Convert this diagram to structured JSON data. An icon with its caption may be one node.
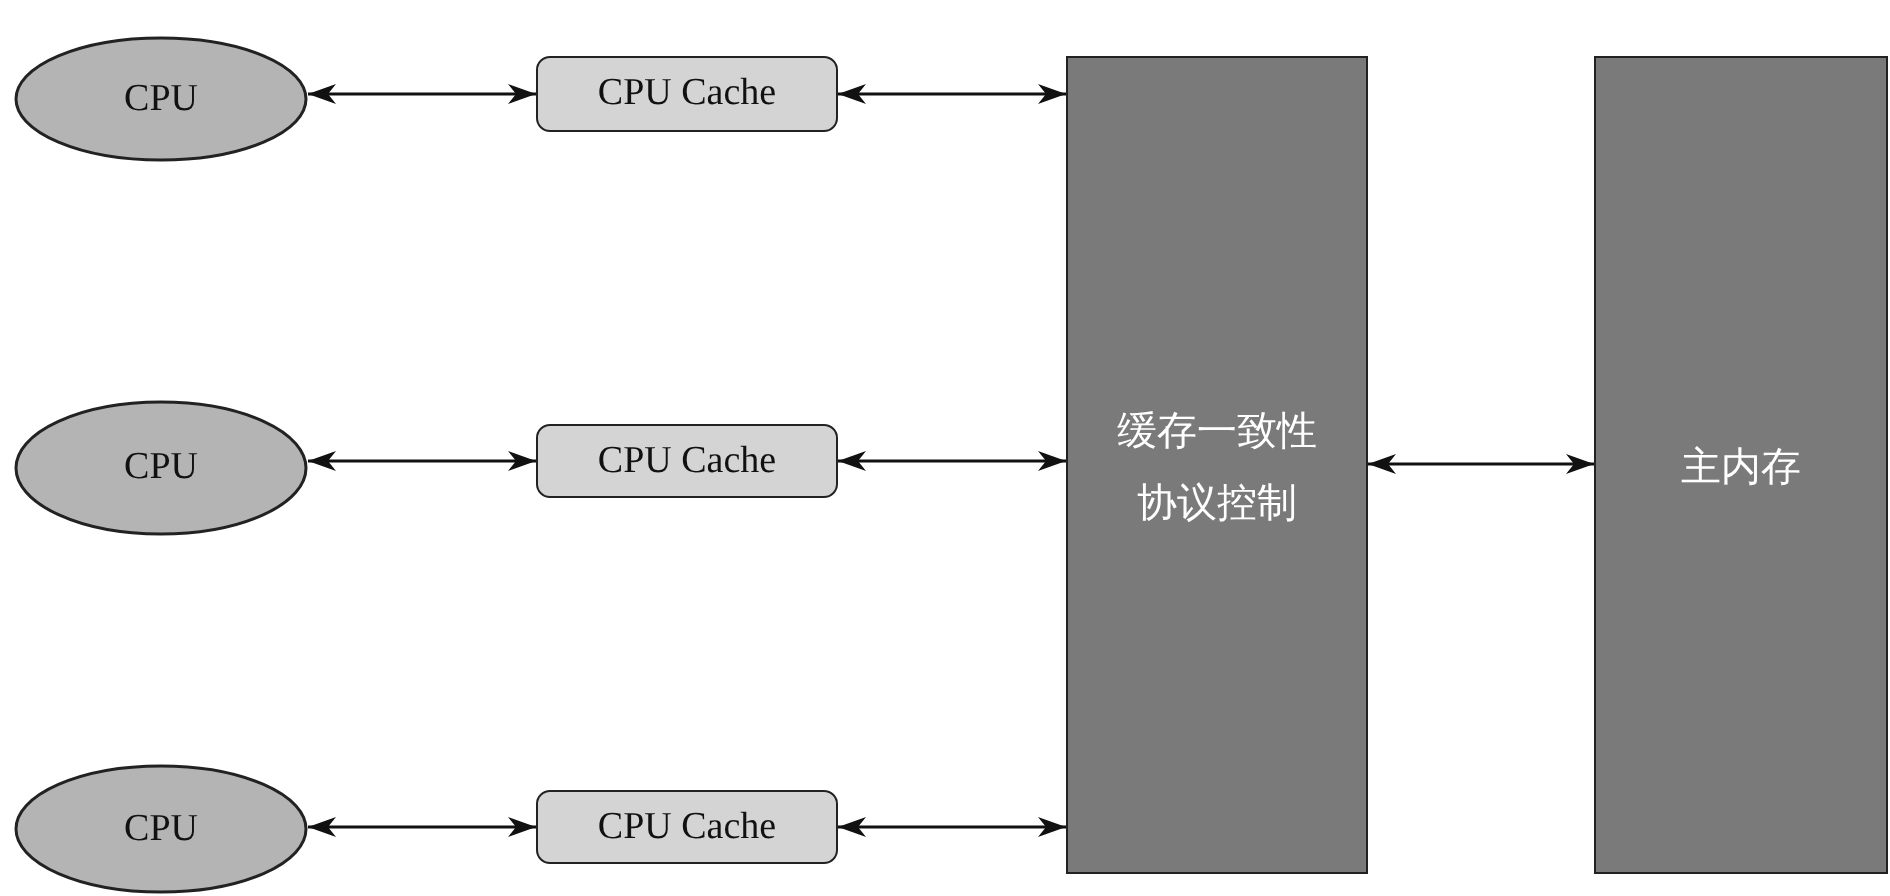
{
  "diagram": {
    "nodes": [
      {
        "text": [
          "CPU"
        ]
      },
      {
        "text": [
          "CPU Cache"
        ]
      },
      {
        "text": [
          "CPU"
        ]
      },
      {
        "text": [
          "CPU Cache"
        ]
      },
      {
        "text": [
          "CPU"
        ]
      },
      {
        "text": [
          "CPU Cache"
        ]
      },
      {
        "text": [
          "缓存一致性协议控制"
        ]
      },
      {
        "text": [
          "主内存"
        ]
      }
    ],
    "edges": [
      {
        "from": 0,
        "to": 1,
        "arrow": "both"
      },
      {
        "from": 1,
        "to": 6,
        "arrow": "both"
      },
      {
        "from": 2,
        "to": 3,
        "arrow": "both"
      },
      {
        "from": 3,
        "to": 6,
        "arrow": "both"
      },
      {
        "from": 4,
        "to": 5,
        "arrow": "both"
      },
      {
        "from": 5,
        "to": 6,
        "arrow": "both"
      },
      {
        "from": 6,
        "to": 7,
        "arrow": "both"
      }
    ]
  }
}
